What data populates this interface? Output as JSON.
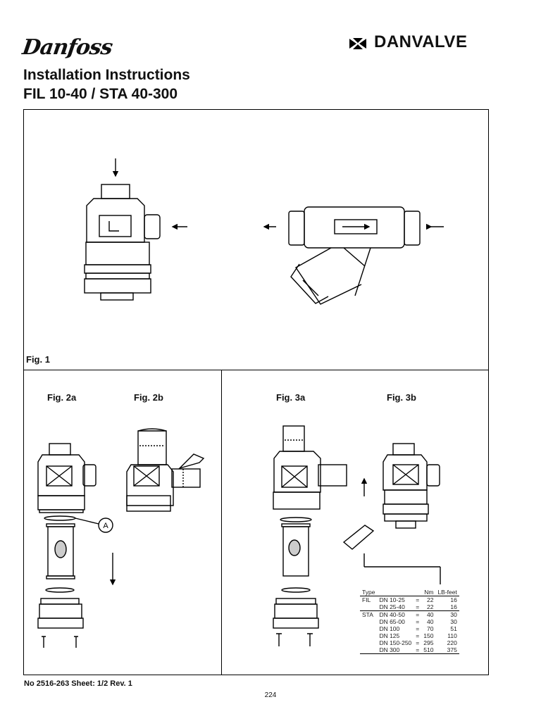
{
  "brand": {
    "left_logo": "Danfoss",
    "right_logo": "DANVALVE"
  },
  "title": {
    "line1": "Installation Instructions",
    "line2": "FIL 10-40 / STA 40-300"
  },
  "figures": {
    "fig1": "Fig. 1",
    "fig2a": "Fig. 2a",
    "fig2b": "Fig. 2b",
    "fig3a": "Fig. 3a",
    "fig3b": "Fig. 3b",
    "callout_a": "A"
  },
  "torque_table": {
    "headers": [
      "Type",
      "",
      "Nm",
      "LB-feet"
    ],
    "rows": [
      [
        "FIL",
        "DN 10-25",
        "=",
        "22",
        "16"
      ],
      [
        "",
        "DN 25-40",
        "=",
        "22",
        "16"
      ],
      [
        "STA",
        "DN 40-50",
        "=",
        "40",
        "30"
      ],
      [
        "",
        "DN 65-00",
        "=",
        "40",
        "30"
      ],
      [
        "",
        "DN 100",
        "=",
        "70",
        "51"
      ],
      [
        "",
        "DN 125",
        "=",
        "150",
        "110"
      ],
      [
        "",
        "DN 150-250",
        "=",
        "295",
        "220"
      ],
      [
        "",
        "DN 300",
        "=",
        "510",
        "375"
      ]
    ]
  },
  "footer": {
    "doc_ref": "No 2516-263 Sheet: 1/2 Rev. 1",
    "page": "224"
  }
}
